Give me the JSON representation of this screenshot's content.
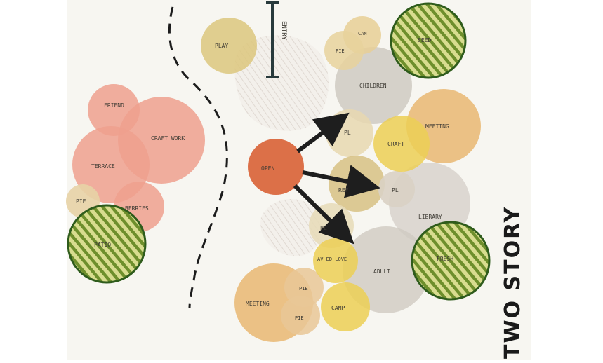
{
  "title": "TWO STORY",
  "entry_label": "ENTRY",
  "colors": {
    "salmon": "#eea08e",
    "orange": "#d9643a",
    "tan": "#e7c58a",
    "yellow": "#eccf55",
    "gray": "#cfcac2",
    "olive": "#dcc77e",
    "green": "#5a7a24",
    "green_fill": "#c7d27b"
  },
  "left_zone": {
    "bubbles": [
      {
        "label": "FRIEND"
      },
      {
        "label": "CRAFT WORK"
      },
      {
        "label": "TERRACE"
      },
      {
        "label": "BERRIES"
      },
      {
        "label": "PIE"
      },
      {
        "label": "PATIO"
      }
    ]
  },
  "right_zone": {
    "bubbles": [
      {
        "label": "PLAY"
      },
      {
        "label": "CAN"
      },
      {
        "label": "PIE"
      },
      {
        "label": "SEED"
      },
      {
        "label": "CHILDREN"
      },
      {
        "label": "MEETING"
      },
      {
        "label": "PL"
      },
      {
        "label": "CRAFT"
      },
      {
        "label": "OPEN"
      },
      {
        "label": "REF"
      },
      {
        "label": "PL"
      },
      {
        "label": "LIBRARY"
      },
      {
        "label": "PL"
      },
      {
        "label": "AV ED LOVE"
      },
      {
        "label": "ADULT"
      },
      {
        "label": "FRESH"
      },
      {
        "label": "MEETING"
      },
      {
        "label": "PIE"
      },
      {
        "label": "PIE"
      },
      {
        "label": "CAMP"
      }
    ]
  }
}
